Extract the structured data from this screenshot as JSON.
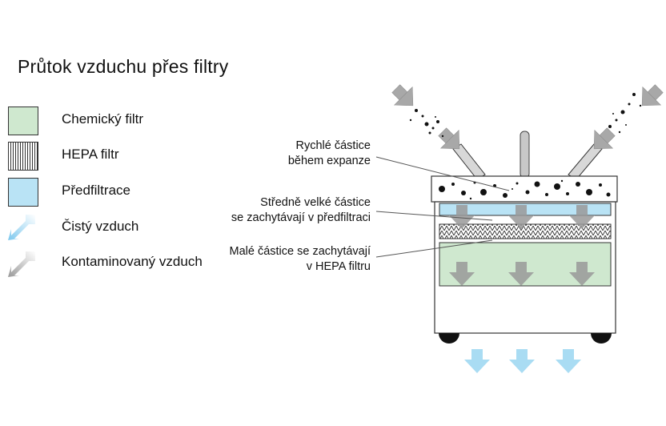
{
  "title": "Průtok vzduchu přes filtry",
  "legend": {
    "chemical_filter": "Chemický filtr",
    "hepa_filter": "HEPA filtr",
    "prefiltration": "Předfiltrace",
    "clean_air": "Čistý vzduch",
    "contaminated_air": "Kontaminovaný vzduch"
  },
  "annotations": {
    "fast_particles_line1": "Rychlé částice",
    "fast_particles_line2": "během expanze",
    "medium_particles_line1": "Středně velké částice",
    "medium_particles_line2": "se zachytávají v předfiltraci",
    "small_particles_line1": "Malé částice se zachytávají",
    "small_particles_line2": "v HEPA filtru"
  },
  "colors": {
    "chemical_filter": "#cfe8cf",
    "prefiltration": "#b9e3f5",
    "clean_air": "#a9dcf3",
    "contaminated_air": "#a8a8a8"
  }
}
